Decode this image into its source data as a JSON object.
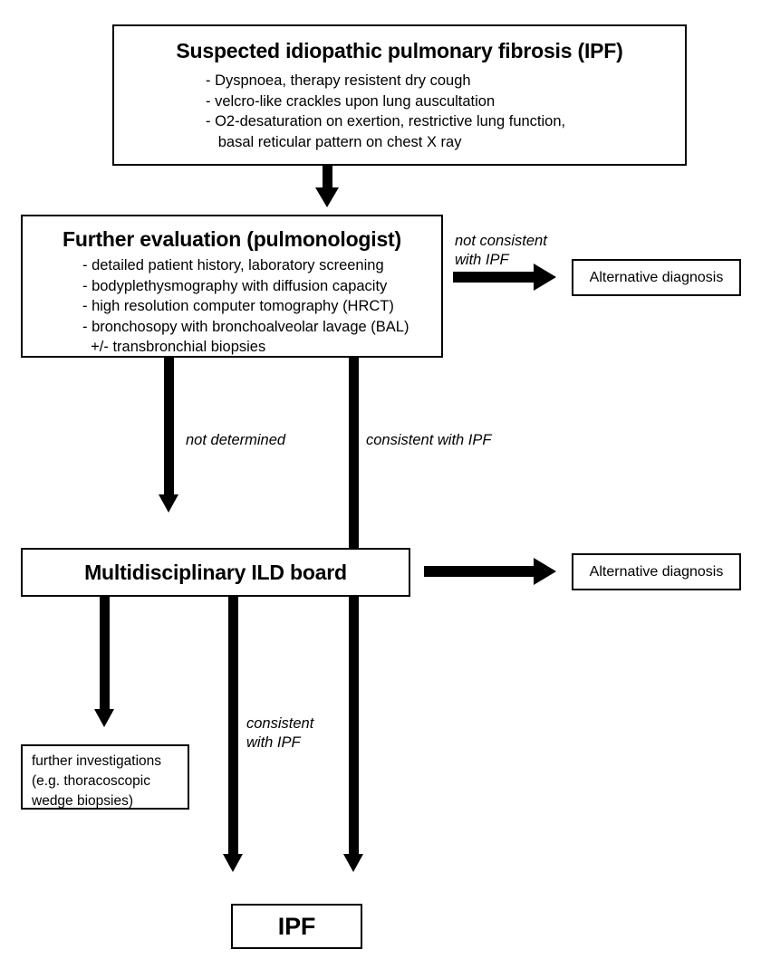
{
  "diagram": {
    "title_hidden": "IPF diagnostic algorithm flowchart",
    "colors": {
      "stroke": "#000000",
      "fill": "#ffffff",
      "text": "#000000"
    },
    "nodes": {
      "suspected": {
        "title": "Suspected idiopathic pulmonary fibrosis (IPF)",
        "bullets": "- Dyspnoea, therapy resistent dry cough\n- velcro-like crackles upon lung auscultation\n- O2-desaturation on exertion, restrictive lung function,\n   basal reticular pattern on chest X ray"
      },
      "evaluation": {
        "title": "Further evaluation (pulmonologist)",
        "bullets": "- detailed patient history, laboratory screening\n- bodyplethysmography with diffusion capacity\n- high resolution computer tomography (HRCT)\n- bronchosopy with bronchoalveolar lavage (BAL)\n  +/- transbronchial biopsies"
      },
      "ild_board": {
        "title": "Multidisciplinary ILD board"
      },
      "alt_diagnosis_1": {
        "label": "Alternative diagnosis"
      },
      "alt_diagnosis_2": {
        "label": "Alternative diagnosis"
      },
      "further_investigations": {
        "label": "further investigations\n(e.g. thoracoscopic\nwedge biopsies)"
      },
      "ipf": {
        "title": "IPF"
      }
    },
    "edge_labels": {
      "not_consistent_with_ipf": "not consistent\nwith IPF",
      "not_determined": "not determined",
      "consistent_with_ipf_top": "consistent with IPF",
      "consistent_with_ipf_bottom": "consistent\nwith IPF"
    }
  }
}
